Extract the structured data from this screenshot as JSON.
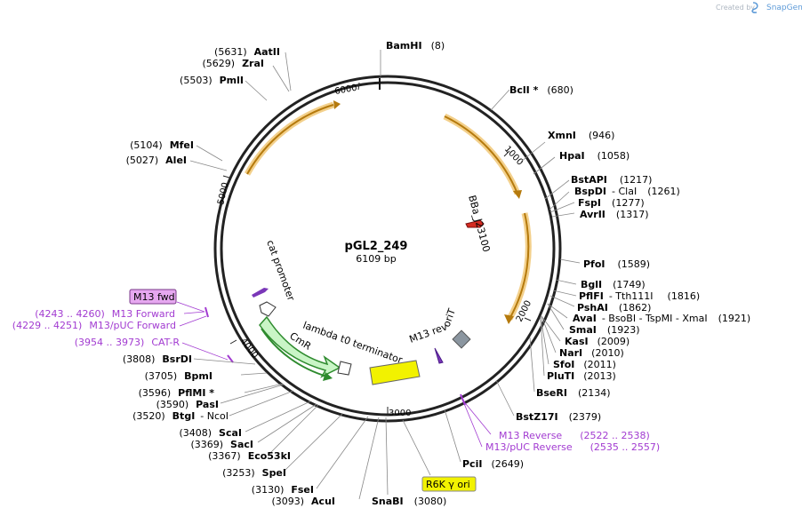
{
  "branding": {
    "created_by": "Created by",
    "app": "SnapGene"
  },
  "plasmid": {
    "name": "pGL2_249",
    "length": "6109 bp"
  },
  "ticks": [
    "1000",
    "2000",
    "3000",
    "4000",
    "5000",
    "6000"
  ],
  "sites": [
    {
      "name": "BamHI",
      "pos": "(8)"
    },
    {
      "name": "BclI *",
      "pos": "(680)"
    },
    {
      "name": "XmnI",
      "pos": "(946)"
    },
    {
      "name": "HpaI",
      "pos": "(1058)"
    },
    {
      "name": "BstAPI",
      "pos": "(1217)"
    },
    {
      "name": "BspDI",
      "sep": "- ClaI",
      "pos": "(1261)"
    },
    {
      "name": "FspI",
      "pos": "(1277)"
    },
    {
      "name": "AvrII",
      "pos": "(1317)"
    },
    {
      "name": "PfoI",
      "pos": "(1589)"
    },
    {
      "name": "BglI",
      "pos": "(1749)"
    },
    {
      "name": "PflFI",
      "sep": "- Tth111I",
      "pos": "(1816)"
    },
    {
      "name": "PshAI",
      "pos": "(1862)"
    },
    {
      "name": "AvaI",
      "sep": "- BsoBI   - TspMI   - XmaI",
      "pos": "(1921)"
    },
    {
      "name": "SmaI",
      "pos": "(1923)"
    },
    {
      "name": "KasI",
      "pos": "(2009)"
    },
    {
      "name": "NarI",
      "pos": "(2010)"
    },
    {
      "name": "SfoI",
      "pos": "(2011)"
    },
    {
      "name": "PluTI",
      "pos": "(2013)"
    },
    {
      "name": "BseRI",
      "pos": "(2134)"
    },
    {
      "name": "BstZ17I",
      "pos": "(2379)"
    },
    {
      "name": "PciI",
      "pos": "(2649)"
    },
    {
      "name": "SnaBI",
      "pos": "(3080)"
    },
    {
      "name": "AcuI",
      "pos": "(3093)"
    },
    {
      "name": "FseI",
      "pos": "(3130)"
    },
    {
      "name": "SpeI",
      "pos": "(3253)"
    },
    {
      "name": "Eco53kI",
      "pos": "(3367)"
    },
    {
      "name": "SacI",
      "pos": "(3369)"
    },
    {
      "name": "ScaI",
      "pos": "(3408)"
    },
    {
      "name": "BtgI",
      "sep": "- NcoI",
      "pos": "(3520)"
    },
    {
      "name": "PasI",
      "pos": "(3590)"
    },
    {
      "name": "PflMI *",
      "pos": "(3596)"
    },
    {
      "name": "BpmI",
      "pos": "(3705)"
    },
    {
      "name": "BsrDI",
      "pos": "(3808)"
    },
    {
      "name": "AleI",
      "pos": "(5027)"
    },
    {
      "name": "MfeI",
      "pos": "(5104)"
    },
    {
      "name": "PmlI",
      "pos": "(5503)"
    },
    {
      "name": "ZraI",
      "pos": "(5629)"
    },
    {
      "name": "AatII",
      "pos": "(5631)"
    }
  ],
  "primers": [
    {
      "name": "M13 fwd",
      "boxed": true
    },
    {
      "range": "(4243 .. 4260)",
      "name": "M13 Forward"
    },
    {
      "range": "(4229 .. 4251)",
      "name": "M13/pUC Forward"
    },
    {
      "range": "(3954 .. 3973)",
      "name": "CAT-R"
    },
    {
      "name": "M13 Reverse",
      "range": "(2522 .. 2538)"
    },
    {
      "name": "M13/pUC Reverse",
      "range": "(2535 .. 2557)"
    }
  ],
  "features": {
    "bba": "BBa_J23100",
    "cat_promoter": "cat promoter",
    "cmr": "CmR",
    "lambda": "lambda t0 terminator",
    "m13rev": "M13 rev",
    "orit": "oriT",
    "r6k": "R6K γ ori"
  },
  "colors": {
    "backbone": "#222222",
    "orange_feature": "#e5a838",
    "cmr_fill": "#c9f5c6",
    "cmr_stroke": "#2e8b2e",
    "terminator": "#f2f200",
    "primer": "#7a37b8",
    "promoter_red": "#d42a20",
    "orit": "#8b96a0",
    "label_purple": "#a23bd1"
  }
}
